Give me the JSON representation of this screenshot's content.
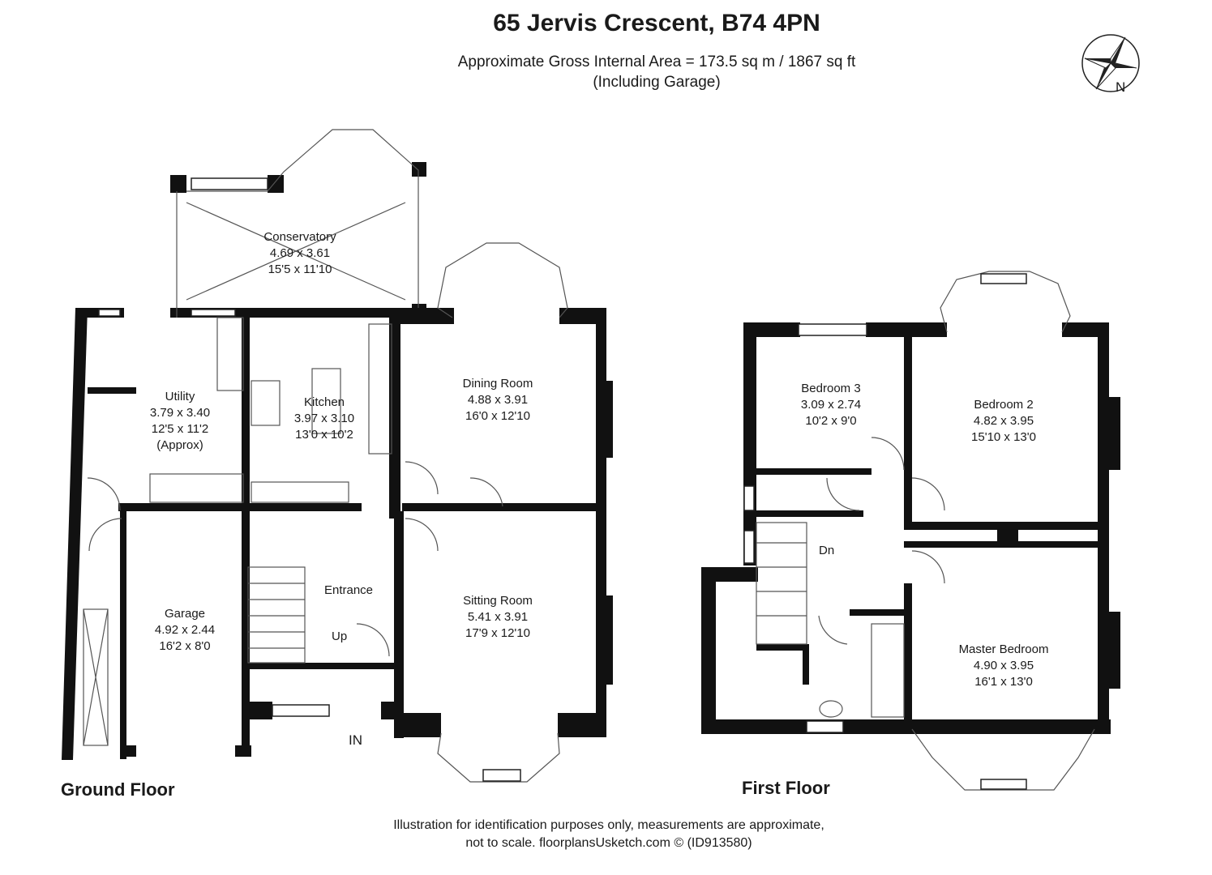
{
  "header": {
    "title": "65 Jervis Crescent, B74 4PN",
    "area_line": "Approximate Gross Internal Area = 173.5 sq m / 1867 sq ft",
    "area_note": "(Including Garage)"
  },
  "compass": {
    "label": "N"
  },
  "ground_floor": {
    "label": "Ground Floor",
    "rooms": {
      "conservatory": {
        "name": "Conservatory",
        "metric": "4.69 x 3.61",
        "imperial": "15'5 x 11'10"
      },
      "utility": {
        "name": "Utility",
        "metric": "3.79 x 3.40",
        "imperial": "12'5 x 11'2",
        "note": "(Approx)"
      },
      "kitchen": {
        "name": "Kitchen",
        "metric": "3.97 x 3.10",
        "imperial": "13'0 x 10'2"
      },
      "dining": {
        "name": "Dining Room",
        "metric": "4.88 x 3.91",
        "imperial": "16'0 x 12'10"
      },
      "garage": {
        "name": "Garage",
        "metric": "4.92 x 2.44",
        "imperial": "16'2 x 8'0"
      },
      "entrance": {
        "name": "Entrance"
      },
      "sitting": {
        "name": "Sitting Room",
        "metric": "5.41 x 3.91",
        "imperial": "17'9 x 12'10"
      }
    },
    "stairs_label": "Up",
    "in_label": "IN"
  },
  "first_floor": {
    "label": "First Floor",
    "rooms": {
      "bedroom3": {
        "name": "Bedroom 3",
        "metric": "3.09 x 2.74",
        "imperial": "10'2 x 9'0"
      },
      "bedroom2": {
        "name": "Bedroom 2",
        "metric": "4.82 x 3.95",
        "imperial": "15'10 x 13'0"
      },
      "master": {
        "name": "Master Bedroom",
        "metric": "4.90 x 3.95",
        "imperial": "16'1 x 13'0"
      }
    },
    "stairs_label": "Dn"
  },
  "footer": {
    "line1": "Illustration for identification purposes only, measurements are approximate,",
    "line2": "not to scale. floorplansUsketch.com © (ID913580)"
  },
  "colors": {
    "wall": "#111111",
    "thin": "#555555",
    "window": "#ffffff"
  }
}
